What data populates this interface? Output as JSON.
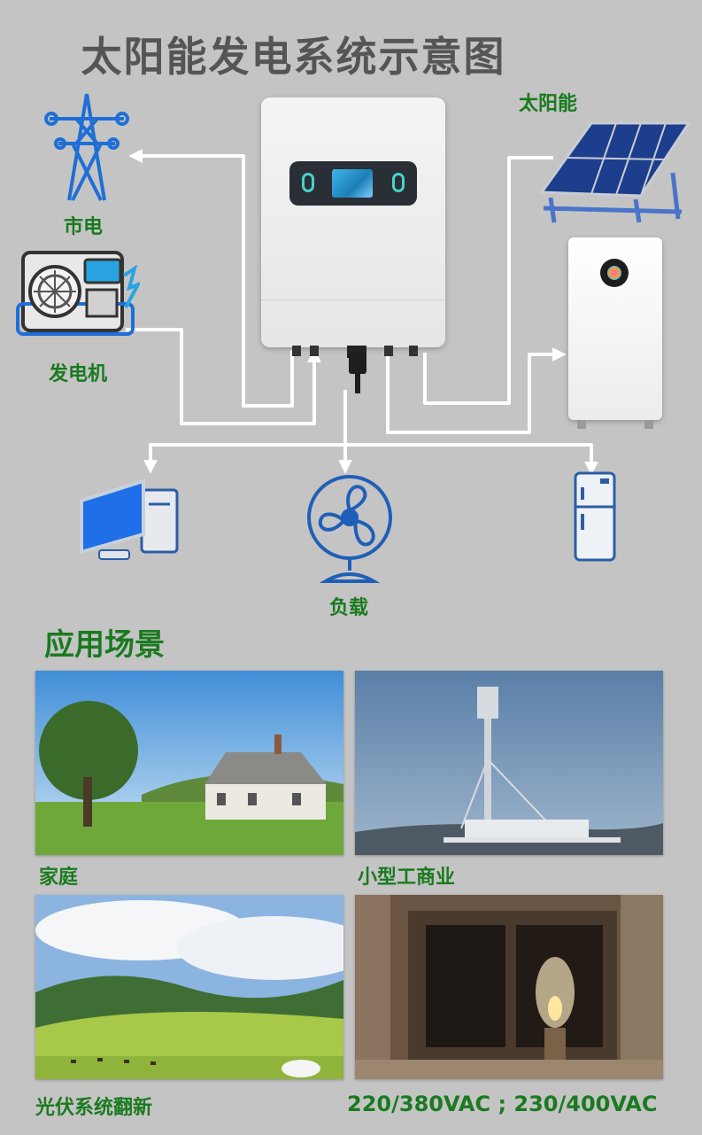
{
  "title": "太阳能发电系统示意图",
  "diagram": {
    "solar_label": "太阳能",
    "grid_label": "市电",
    "generator_label": "发电机",
    "load_label": "负载"
  },
  "applications": {
    "heading": "应用场景",
    "items": [
      {
        "label": "家庭"
      },
      {
        "label": "小型工商业"
      },
      {
        "label": "光伏系统翻新"
      },
      {
        "label": "220/380VAC ; 230/400VAC"
      }
    ]
  },
  "colors": {
    "label_green": "#1a7a1f",
    "title_gray": "#555555",
    "icon_blue": "#1f6fd6",
    "background": "#c4c4c4"
  },
  "icons": [
    "transmission-tower-icon",
    "generator-icon",
    "solar-panel-icon",
    "battery-icon",
    "computer-icon",
    "fan-icon",
    "refrigerator-icon"
  ]
}
